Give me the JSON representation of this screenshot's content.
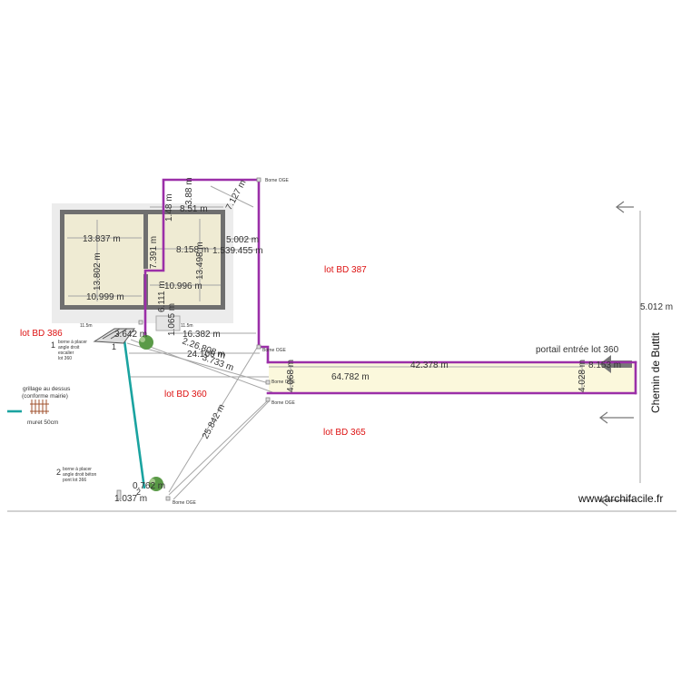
{
  "colors": {
    "wall": "#6f6f6f",
    "room_fill": "#efebd3",
    "parcel_line": "#9b2fa8",
    "fence_line": "#1aa3a0",
    "lot_label": "#d11111",
    "yellow_strip": "#fbf8dc",
    "dim_line": "#a6a6a6"
  },
  "lots": {
    "bd387": "lot BD 387",
    "bd386": "lot BD 386",
    "bd360": "lot BD 360",
    "bd365": "lot BD 365"
  },
  "road": "Chemin de Buttit",
  "gate_label": "portail entrée lot 360",
  "borne_label": "Borne OGE",
  "borne1": {
    "number": "1",
    "line1": "borne à placer",
    "line2": "angle droit",
    "line3": "escalier",
    "line4": "lot 360"
  },
  "borne2": {
    "number": "2",
    "line1": "borne à placer",
    "line2": "angle droit béton",
    "line3": "pont lot 366"
  },
  "fence_legend": {
    "title1": "grillage au dessus",
    "title2": "(conforme mairie)",
    "muret": "muret 50cm"
  },
  "site_gap_left": "11.5m",
  "site_gap_right": "11.5m",
  "watermark": "www.archifacile.fr",
  "dimensions": {
    "d1": "13.837 m",
    "d2": "13.802 m",
    "d3": "10.999 m",
    "d4": "7.391 m",
    "d5": "8.51 m",
    "d6": "8.158 m",
    "d7": "10.996 m",
    "d8": "13.498 m",
    "d9": "6.111 m",
    "d10": "1.065 m",
    "d11": "3.88 m",
    "d12": "1.48 m",
    "d13": "7.127 m",
    "d14": "5.002 m",
    "d15": "1.539.455 m",
    "d16": "16.382 m",
    "d17": "3.642 m",
    "d18": "24.106 m",
    "d19": "64.782 m",
    "d20": "42.378 m",
    "d21": "8.153 m",
    "d22": "4.028 m",
    "d23": "4.068 m",
    "d24": "5.012 m",
    "d25": "25.842 m",
    "d26": "2.26.808 m",
    "d27": "0.762 m",
    "d28": "1.037 m",
    "d29": "3.733 m"
  }
}
